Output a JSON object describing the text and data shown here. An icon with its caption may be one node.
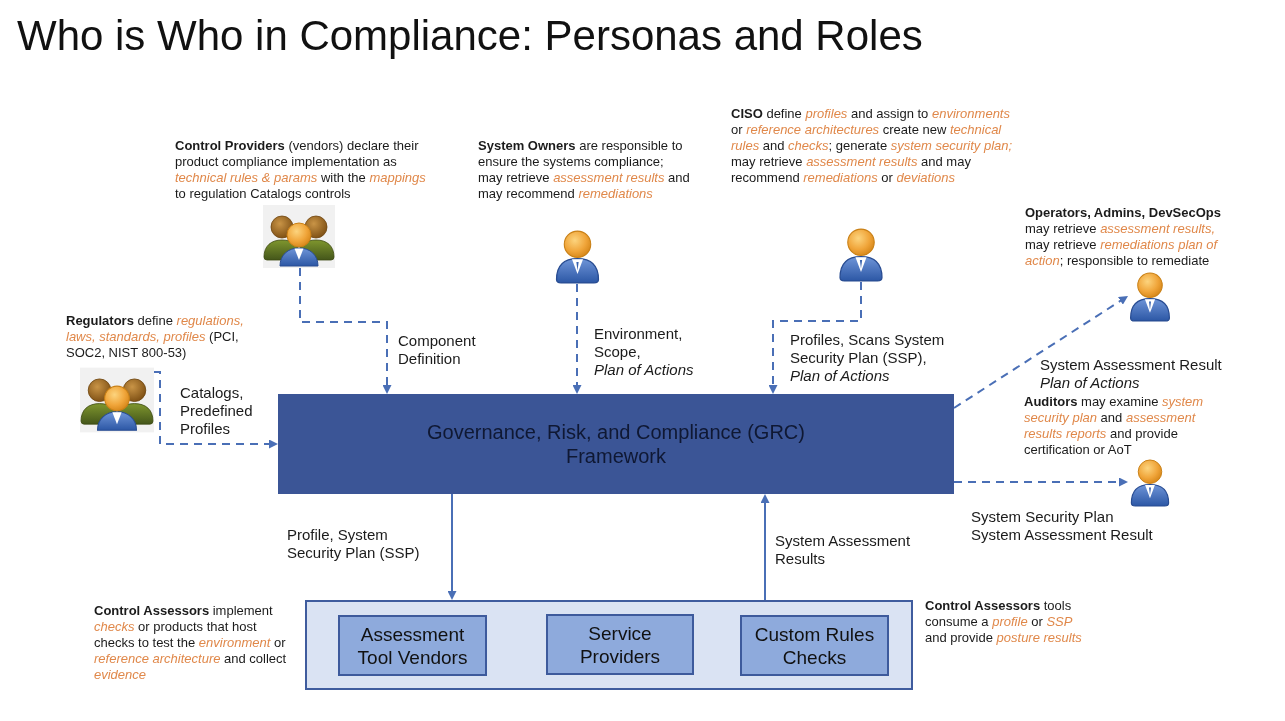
{
  "diagram": {
    "title": "Who is Who in Compliance: Personas and Roles",
    "nodes": [
      {
        "text": [],
        "shape": "people",
        "beside": [
          "**Control Providers** (vendors) declare their product compliance implementation as *technical rules & params* with the *mappings* to regulation Catalogs controls"
        ]
      },
      {
        "text": [],
        "shape": "person",
        "beside": [
          "**System Owners** are responsible to ensure the systems compliance; may retrieve *assessment results* and may recommend *remediations*"
        ]
      },
      {
        "text": [],
        "shape": "person",
        "beside": [
          "**CISO** define *profiles* and assign to *environments* or *reference architectures* create new *technical rules* and *checks*; generate *system security plan;* may retrieve *assessment results* and may recommend *remediations* or *deviations*"
        ]
      },
      {
        "text": [],
        "shape": "person",
        "beside": [
          "**Operators, Admins, DevSecOps** may retrieve *assessment results,* may retrieve *remediations plan of action*; responsible to remediate"
        ]
      },
      {
        "text": [],
        "shape": "people",
        "beside": [
          "**Regulators** define *regulations, laws, standards, profiles* (PCI, SOC2, NIST 800-53)"
        ]
      },
      {
        "text": [
          "Governance, Risk, and Compliance (GRC) Framework"
        ]
      },
      {
        "text": [],
        "shape": "person",
        "beside": [
          "**Auditors** may examine *system security plan* and *assessment results reports* and provide certification or AoT"
        ]
      },
      {
        "text": [],
        "shape": "box",
        "beside": [
          "**Control Assessors** implement *checks* or products that host checks to test the *environment* or *reference architecture* and collect *evidence*",
          "**Control Assessors** tools consume a *profile* or *SSP* and provide *posture results*"
        ]
      },
      {
        "text": [
          "Assessment Tool Vendors"
        ],
        "in": 7
      },
      {
        "text": [
          "Service Providers"
        ],
        "in": 7
      },
      {
        "text": [
          "Custom Rules Checks"
        ],
        "in": 7
      }
    ],
    "edges": [
      {
        "from": 4,
        "to": 5,
        "arrow": "to",
        "label": "Catalogs, Predefined Profiles",
        "style": "dashed"
      },
      {
        "from": 0,
        "to": 5,
        "arrow": "to",
        "label": "Component Definition",
        "style": "dashed"
      },
      {
        "from": 1,
        "to": 5,
        "arrow": "to",
        "label": "Environment, Scope, *Plan of Actions*",
        "style": "dashed"
      },
      {
        "from": 2,
        "to": 5,
        "arrow": "to",
        "label": "Profiles, Scans System Security Plan (SSP), *Plan of Actions*",
        "style": "dashed"
      },
      {
        "from": 5,
        "to": 3,
        "arrow": "to",
        "label": "System Assessment Result *Plan of Actions*",
        "style": "dashed"
      },
      {
        "from": 5,
        "to": 6,
        "arrow": "to",
        "label": "System Security Plan System Assessment Result",
        "style": "dashed"
      },
      {
        "from": 5,
        "to": 7,
        "arrow": "to",
        "label": "Profile, System Security Plan (SSP)"
      },
      {
        "from": 7,
        "to": 5,
        "arrow": "to",
        "label": "System Assessment Results"
      }
    ]
  }
}
